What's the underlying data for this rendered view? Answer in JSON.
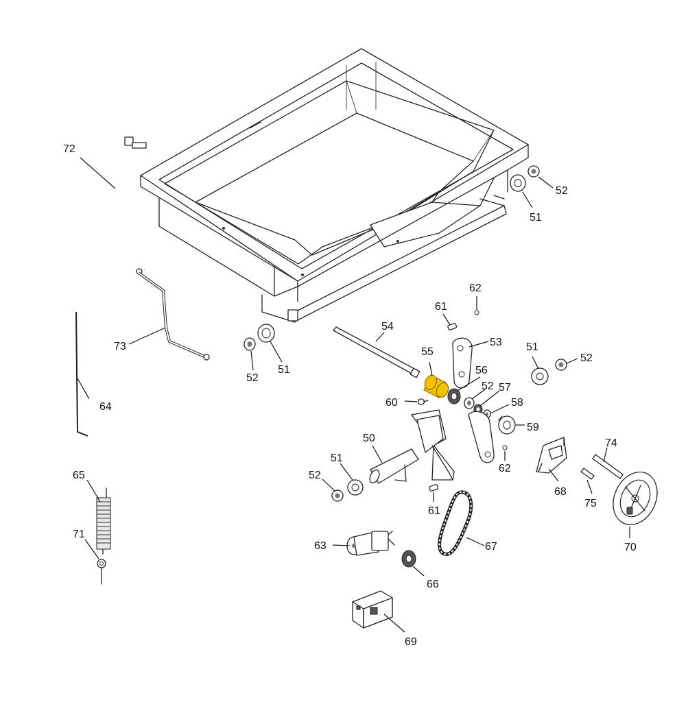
{
  "callouts": [
    {
      "id": "c72",
      "text": "72"
    },
    {
      "id": "c52a",
      "text": "52"
    },
    {
      "id": "c51a",
      "text": "51"
    },
    {
      "id": "c62a",
      "text": "62"
    },
    {
      "id": "c61a",
      "text": "61"
    },
    {
      "id": "c54",
      "text": "54"
    },
    {
      "id": "c55",
      "text": "55"
    },
    {
      "id": "c53",
      "text": "53"
    },
    {
      "id": "c51b",
      "text": "51"
    },
    {
      "id": "c52b",
      "text": "52"
    },
    {
      "id": "c73",
      "text": "73"
    },
    {
      "id": "c52c",
      "text": "52"
    },
    {
      "id": "c51c",
      "text": "51"
    },
    {
      "id": "c56",
      "text": "56"
    },
    {
      "id": "c52d",
      "text": "52"
    },
    {
      "id": "c57",
      "text": "57"
    },
    {
      "id": "c60",
      "text": "60"
    },
    {
      "id": "c58",
      "text": "58"
    },
    {
      "id": "c64",
      "text": "64"
    },
    {
      "id": "c59",
      "text": "59"
    },
    {
      "id": "c50",
      "text": "50"
    },
    {
      "id": "c74",
      "text": "74"
    },
    {
      "id": "c62b",
      "text": "62"
    },
    {
      "id": "c51d",
      "text": "51"
    },
    {
      "id": "c52e",
      "text": "52"
    },
    {
      "id": "c68",
      "text": "68"
    },
    {
      "id": "c65",
      "text": "65"
    },
    {
      "id": "c75",
      "text": "75"
    },
    {
      "id": "c61b",
      "text": "61"
    },
    {
      "id": "c71",
      "text": "71"
    },
    {
      "id": "c63",
      "text": "63"
    },
    {
      "id": "c67",
      "text": "67"
    },
    {
      "id": "c70",
      "text": "70"
    },
    {
      "id": "c66",
      "text": "66"
    },
    {
      "id": "c69",
      "text": "69"
    }
  ],
  "highlight": {
    "part": "55",
    "color": "#f2c200"
  }
}
